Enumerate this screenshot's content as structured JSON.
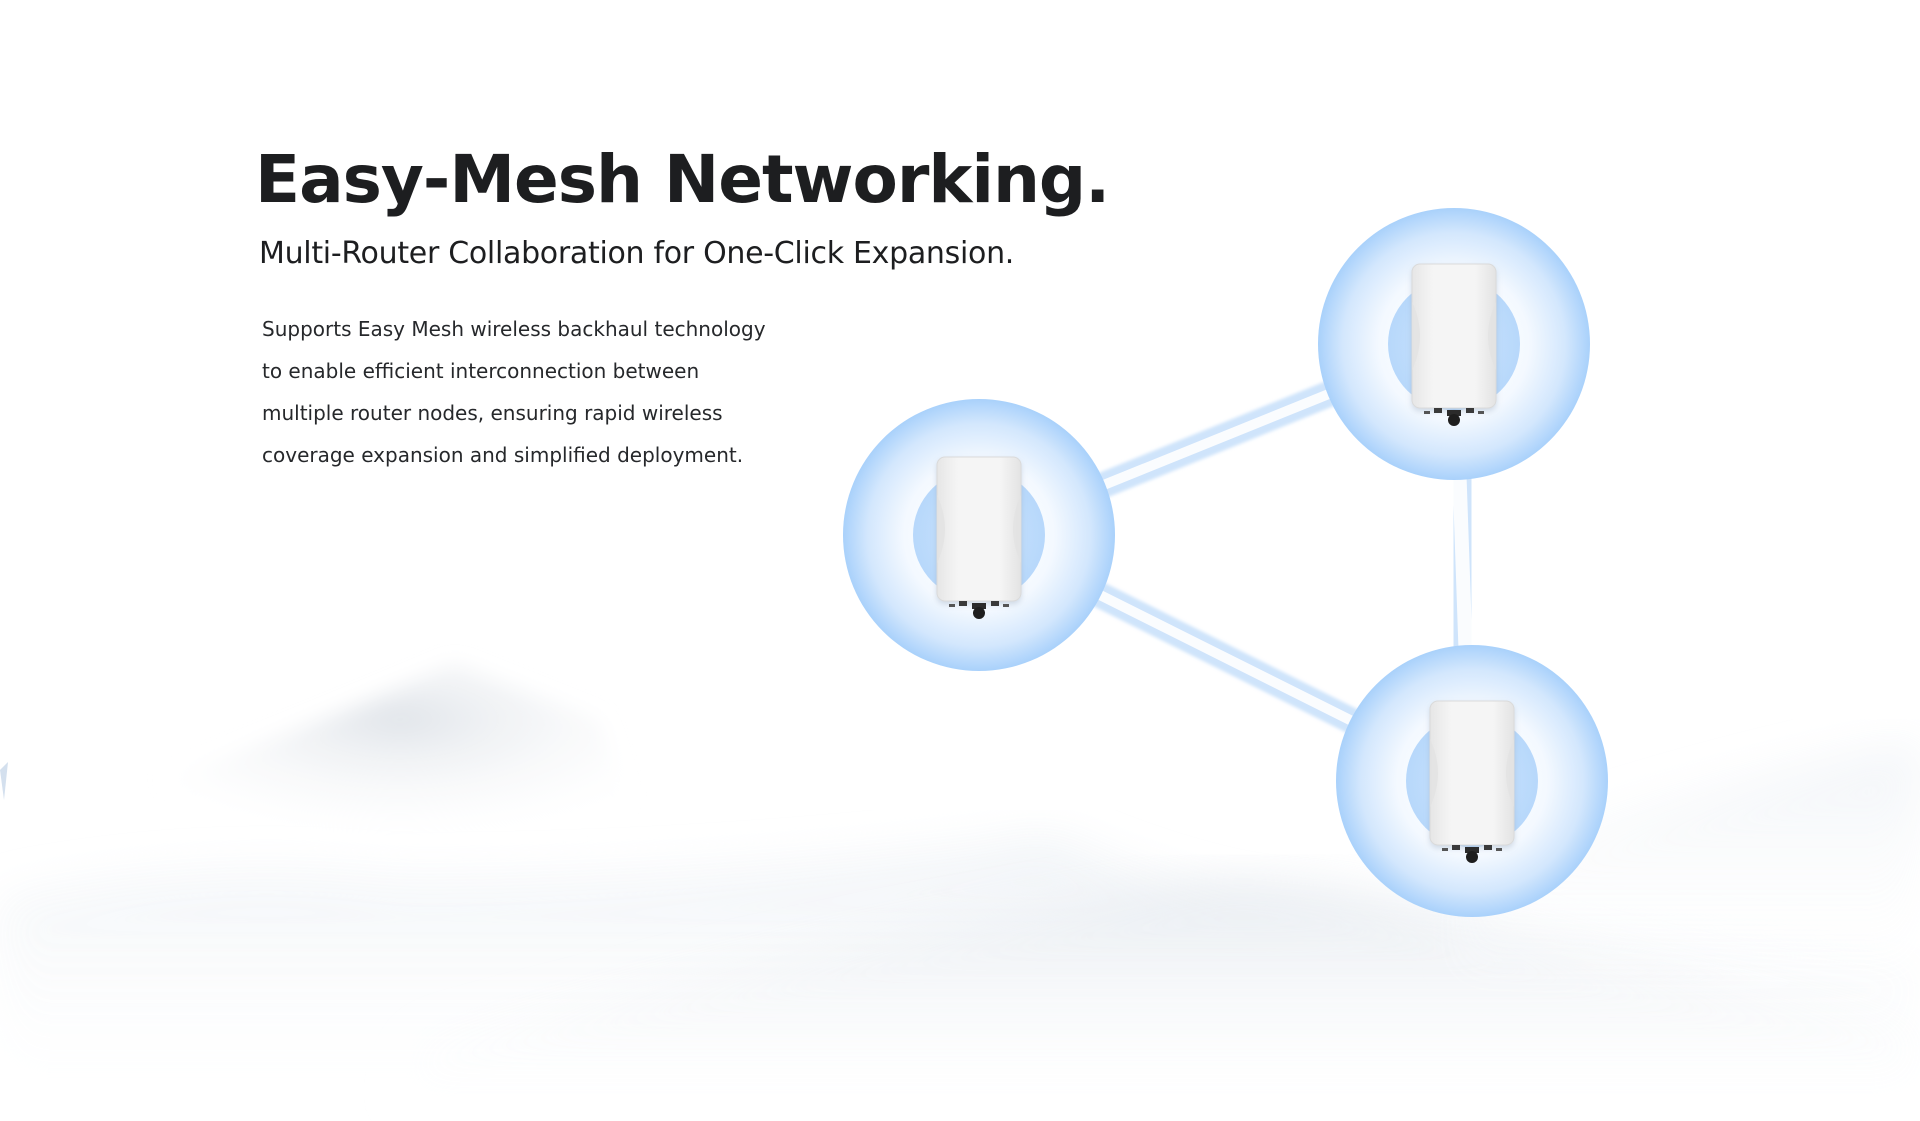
{
  "hero": {
    "title": "Easy-Mesh Networking.",
    "subtitle": "Multi-Router Collaboration for One-Click Expansion.",
    "description_lines": [
      "Supports Easy Mesh wireless backhaul technology",
      "to enable efficient interconnection between",
      "multiple router nodes, ensuring rapid wireless",
      "coverage expansion and simplified deployment."
    ]
  },
  "illustration": {
    "node_count": 3,
    "node_icon": "outdoor-router-icon",
    "accent_color": "#a9d1fb",
    "glow_color": "#cfe5fd",
    "link_color": "#d6e8fc",
    "router_body_color": "#f3f3f3"
  }
}
